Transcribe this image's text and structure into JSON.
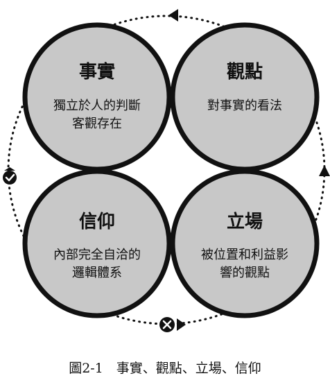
{
  "colors": {
    "circle_fill": "#c8c8c8",
    "circle_stroke": "#111111",
    "ring": "#111111",
    "text": "#111111"
  },
  "circles": [
    {
      "id": "fact",
      "title": "事實",
      "lines": [
        "獨立於人的判斷",
        "客觀存在"
      ]
    },
    {
      "id": "opinion",
      "title": "觀點",
      "lines": [
        "對事實的看法"
      ]
    },
    {
      "id": "belief",
      "title": "信仰",
      "lines": [
        "內部完全自洽的",
        "邏輯體系"
      ]
    },
    {
      "id": "stance",
      "title": "立場",
      "lines": [
        "被位置和利益影",
        "響的觀點"
      ]
    }
  ],
  "ring_icons": [
    "arrow-left-icon",
    "arrow-up-icon",
    "check-icon",
    "close-icon"
  ],
  "caption": "圖2-1　事實、觀點、立場、信仰"
}
